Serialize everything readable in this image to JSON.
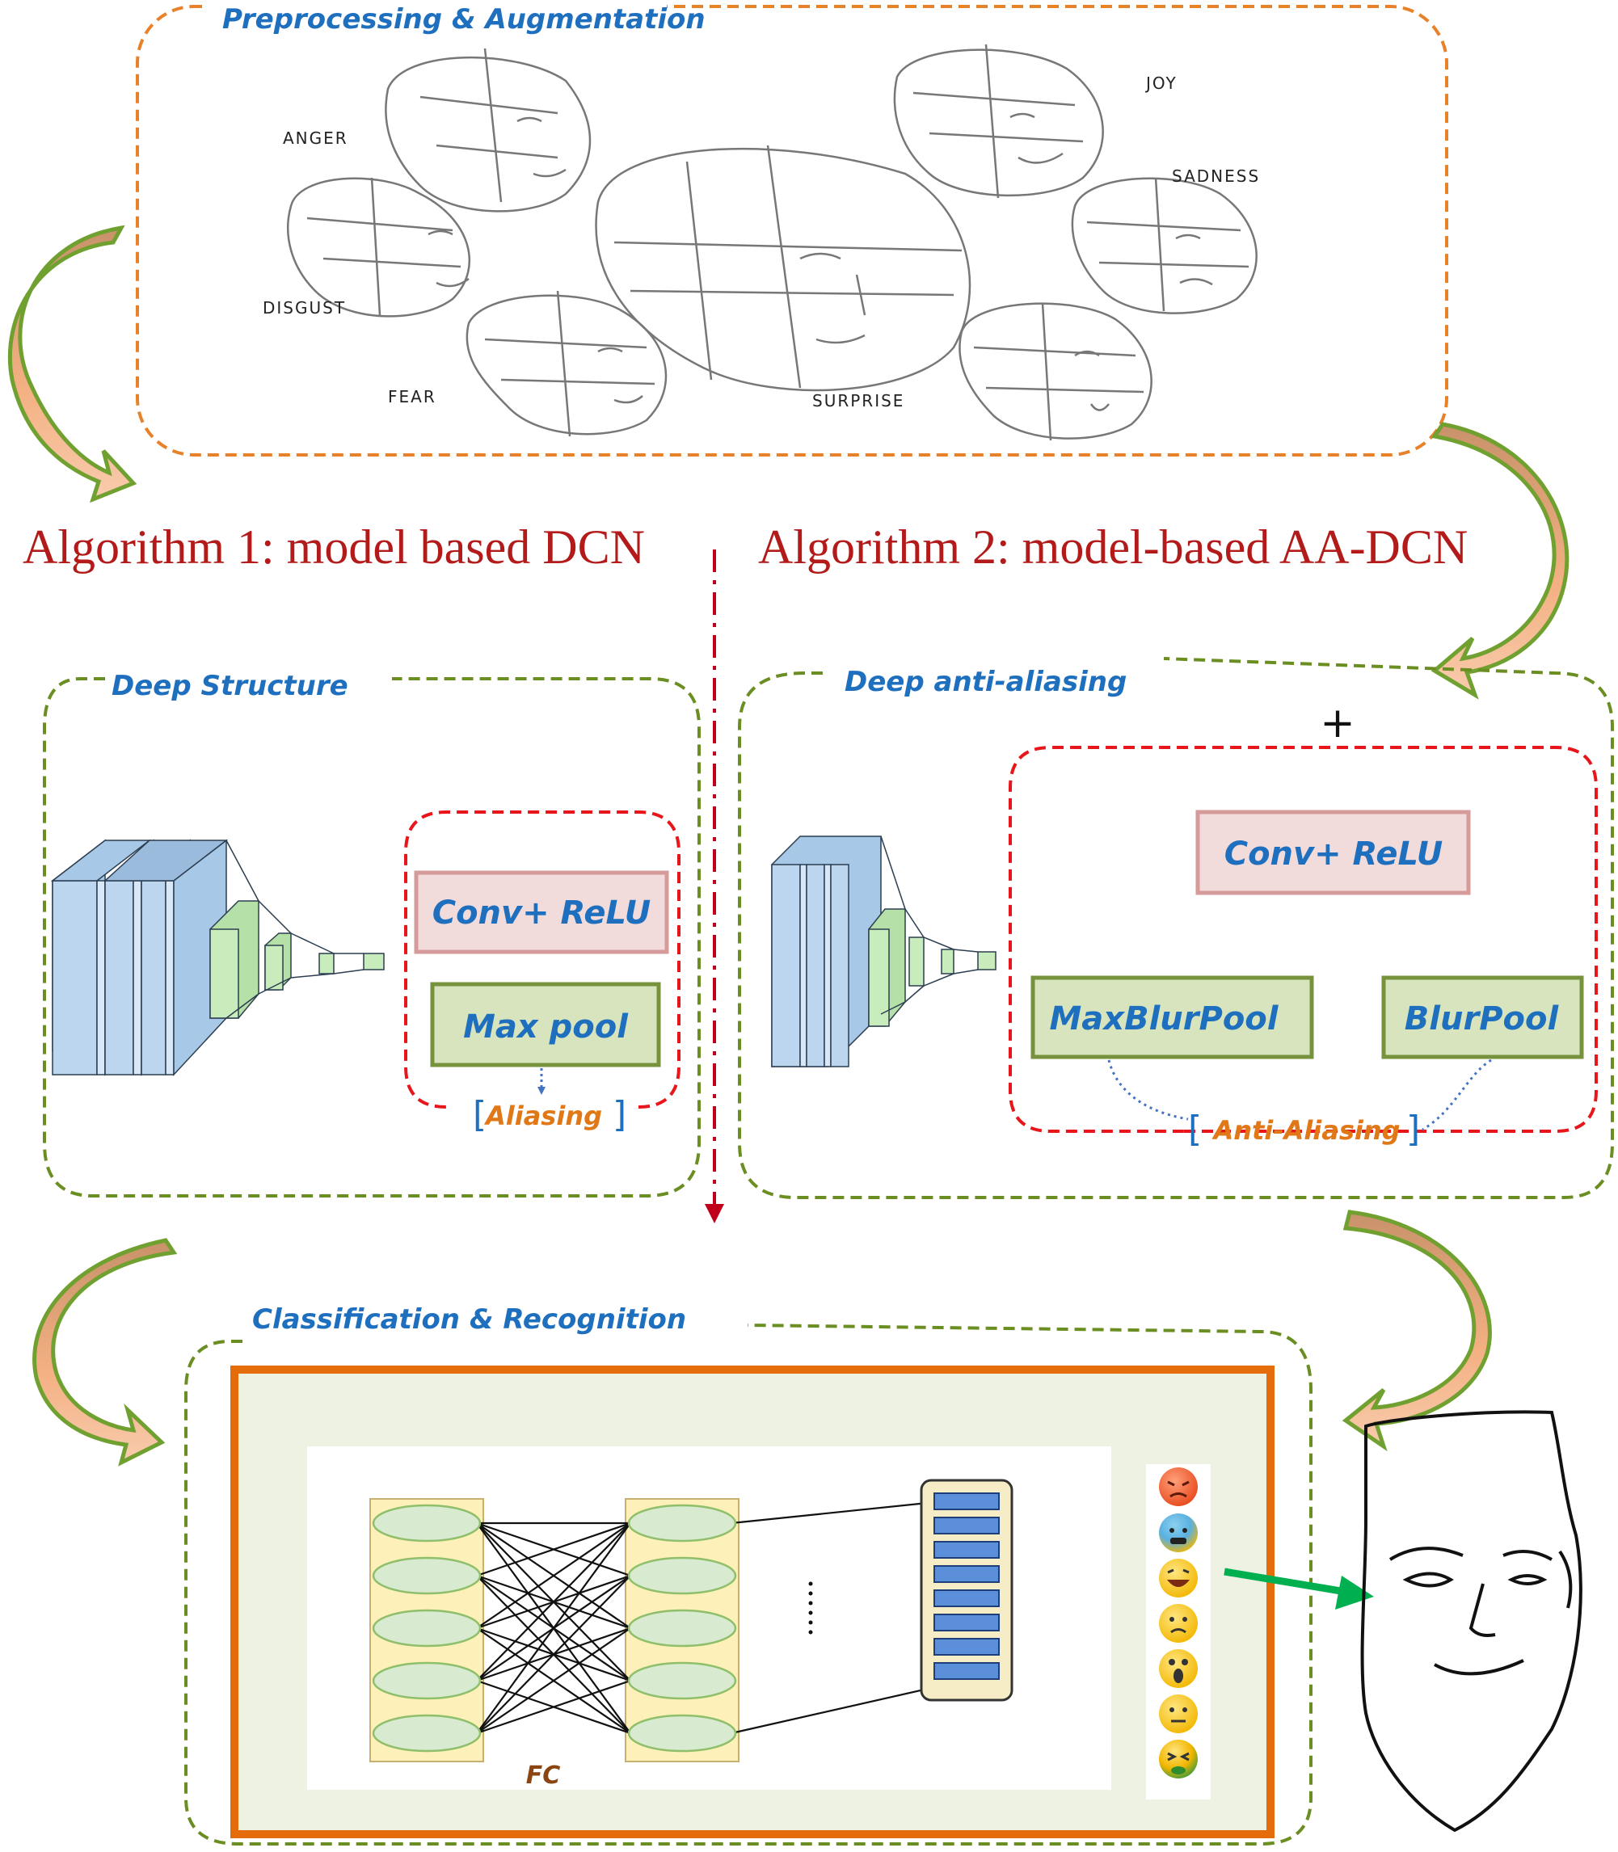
{
  "colors": {
    "stage_border_orange": "#e8822a",
    "stage_border_green": "#6b8e23",
    "block_border_red": "#e8161b",
    "title_blue": "#1f6fbf",
    "algorithm_red": "#b31b1b",
    "aliasing_orange": "#e07818",
    "conv_fill": "#f2dcdb",
    "conv_border": "#d59a9a",
    "pool_fill": "#d7e4bd",
    "pool_border": "#76923c",
    "arrow_green": "#00b050"
  },
  "preprocessing": {
    "title": "Preprocessing & Augmentation",
    "emotion_labels": [
      "ANGER",
      "JOY",
      "SADNESS",
      "DISGUST",
      "FEAR",
      "SURPRISE"
    ]
  },
  "algorithms": {
    "algorithm1": "Algorithm 1: model based DCN",
    "algorithm2": "Algorithm 2: model-based AA-DCN"
  },
  "deep_structure": {
    "title": "Deep Structure",
    "conv_label": "Conv+ ReLU",
    "pool_label": "Max pool",
    "aliasing_label": "Aliasing"
  },
  "deep_anti_aliasing": {
    "title": "Deep anti-aliasing",
    "plus": "+",
    "conv_label": "Conv+ ReLU",
    "maxblurpool_label": "MaxBlurPool",
    "blurpool_label": "BlurPool",
    "anti_aliasing_label": "Anti-Aliasing"
  },
  "classification": {
    "title": "Classification & Recognition",
    "fc_label": "FC",
    "emoji_icons": [
      "angry-emoji-icon",
      "fearful-emoji-icon",
      "laughing-emoji-icon",
      "sad-emoji-icon",
      "surprised-emoji-icon",
      "neutral-emoji-icon",
      "disgusted-emoji-icon"
    ]
  }
}
